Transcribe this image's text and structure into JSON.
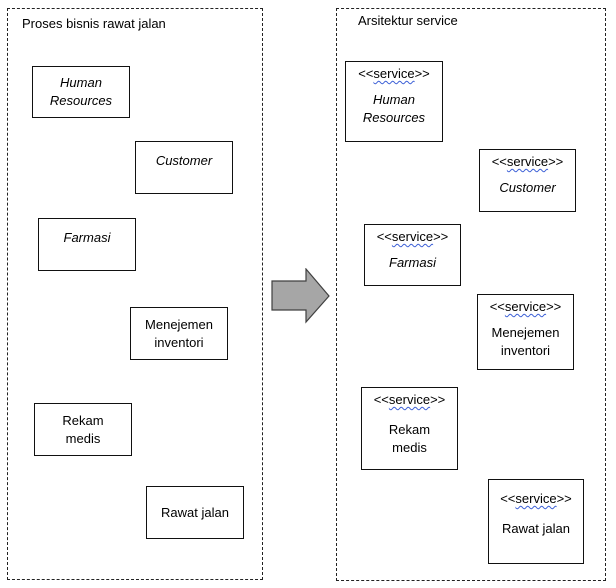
{
  "left_panel": {
    "title": "Proses bisnis rawat jalan",
    "items": [
      {
        "line1": "Human",
        "line2": "Resources",
        "italic": true
      },
      {
        "line1": "Customer",
        "line2": "",
        "italic": true
      },
      {
        "line1": "Farmasi",
        "line2": "",
        "italic": true
      },
      {
        "line1": "Menejemen",
        "line2": "inventori",
        "italic": false
      },
      {
        "line1": "Rekam",
        "line2": "medis",
        "italic": false
      },
      {
        "line1": "Rawat jalan",
        "line2": "",
        "italic": false
      }
    ]
  },
  "right_panel": {
    "title": "Arsitektur service",
    "stereotype": {
      "open": "<<",
      "word": "service",
      "close": ">>"
    },
    "items": [
      {
        "line1": "Human",
        "line2": "Resources",
        "italic": true
      },
      {
        "line1": "Customer",
        "line2": "",
        "italic": true
      },
      {
        "line1": "Farmasi",
        "line2": "",
        "italic": true
      },
      {
        "line1": "Menejemen",
        "line2": "inventori",
        "italic": false
      },
      {
        "line1": "Rekam",
        "line2": "medis",
        "italic": false
      },
      {
        "line1": "Rawat jalan",
        "line2": "",
        "italic": false
      }
    ]
  },
  "arrow": {
    "fill": "#a6a6a6",
    "stroke": "#404040",
    "direction": "right"
  }
}
